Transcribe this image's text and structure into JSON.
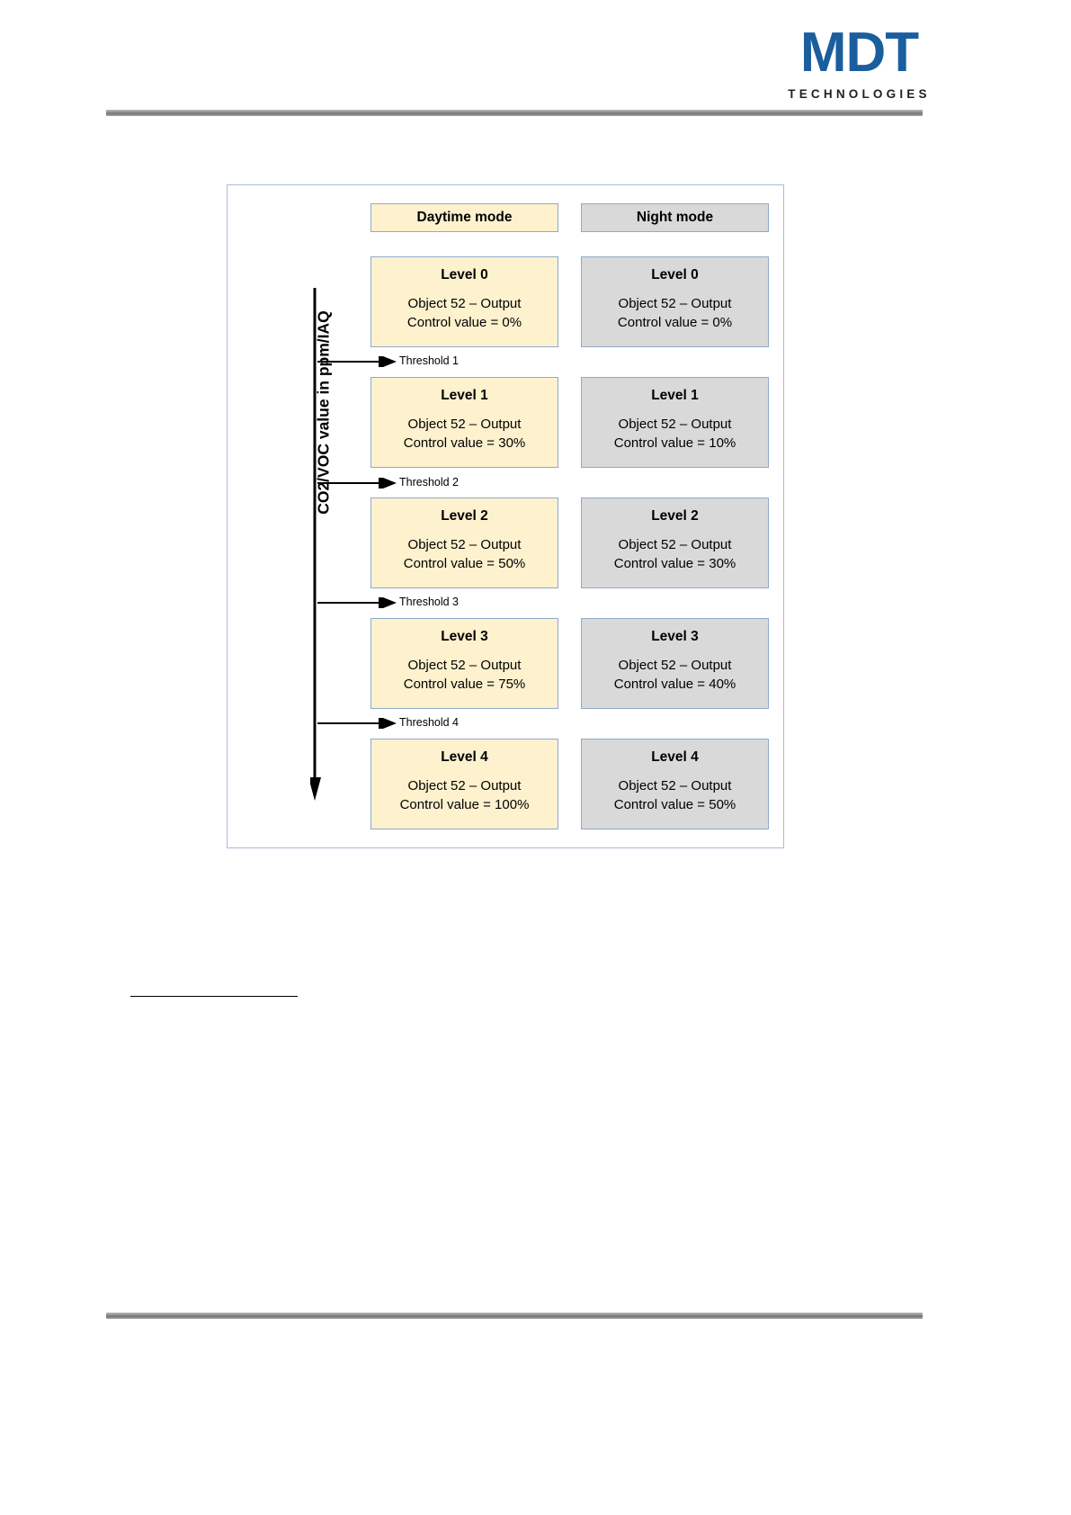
{
  "header": {
    "logo_mark": "MDT",
    "logo_sub": "TECHNOLOGIES"
  },
  "diagram": {
    "axis_label": "CO2/VOC value in ppm/IAQ",
    "columns": [
      {
        "id": "daytime",
        "header": "Daytime mode",
        "style": "day"
      },
      {
        "id": "night",
        "header": "Night mode",
        "style": "night"
      }
    ],
    "thresholds": [
      {
        "label": "Threshold 1"
      },
      {
        "label": "Threshold 2"
      },
      {
        "label": "Threshold 3"
      },
      {
        "label": "Threshold 4"
      }
    ],
    "levels": [
      {
        "name": "Level 0",
        "daytime": {
          "object": "Object 52 – Output",
          "control": "Control value = 0%"
        },
        "night": {
          "object": "Object 52 – Output",
          "control": "Control value = 0%"
        }
      },
      {
        "name": "Level 1",
        "daytime": {
          "object": "Object 52 – Output",
          "control": "Control value = 30%"
        },
        "night": {
          "object": "Object 52 – Output",
          "control": "Control value = 10%"
        }
      },
      {
        "name": "Level 2",
        "daytime": {
          "object": "Object 52 – Output",
          "control": "Control value = 50%"
        },
        "night": {
          "object": "Object 52 – Output",
          "control": "Control value = 30%"
        }
      },
      {
        "name": "Level 3",
        "daytime": {
          "object": "Object 52 – Output",
          "control": "Control value = 75%"
        },
        "night": {
          "object": "Object 52 – Output",
          "control": "Control value = 40%"
        }
      },
      {
        "name": "Level 4",
        "daytime": {
          "object": "Object 52 – Output",
          "control": "Control value = 100%"
        },
        "night": {
          "object": "Object 52 – Output",
          "control": "Control value = 50%"
        }
      }
    ],
    "colors": {
      "daytime_fill": "#fdf1ce",
      "night_fill": "#d9d9d9",
      "box_border": "#8faac8",
      "frame_border": "#a9bcd4",
      "brand_blue": "#1b5e9e"
    }
  }
}
